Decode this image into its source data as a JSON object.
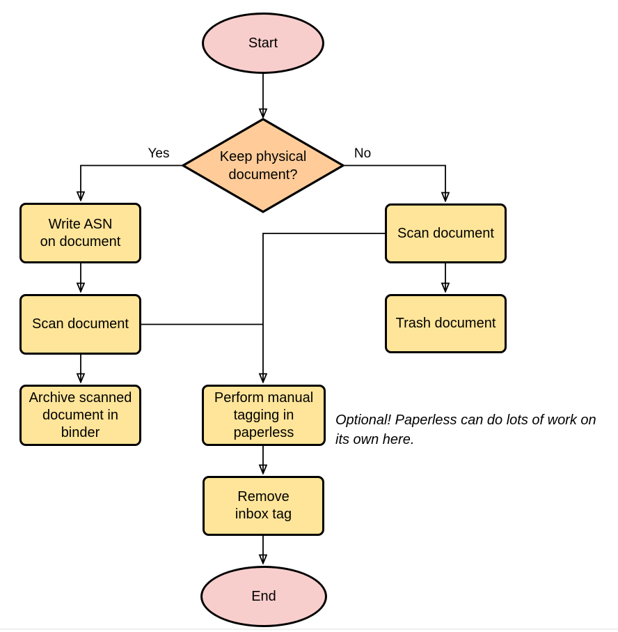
{
  "colors": {
    "terminal_fill": "#f8cecc",
    "decision_fill": "#ffcc99",
    "process_fill": "#ffe599",
    "stroke": "#000000"
  },
  "nodes": {
    "start": {
      "lines": [
        "Start"
      ]
    },
    "decision": {
      "lines": [
        "Keep physical",
        "document?"
      ]
    },
    "write_asn": {
      "lines": [
        "Write ASN",
        "on document"
      ]
    },
    "scan_left": {
      "lines": [
        "Scan document"
      ]
    },
    "archive": {
      "lines": [
        "Archive scanned",
        "document in",
        "binder"
      ]
    },
    "scan_right": {
      "lines": [
        "Scan document"
      ]
    },
    "trash": {
      "lines": [
        "Trash document"
      ]
    },
    "tagging": {
      "lines": [
        "Perform manual",
        "tagging in",
        "paperless"
      ]
    },
    "remove_inbox": {
      "lines": [
        "Remove",
        "inbox tag"
      ]
    },
    "end": {
      "lines": [
        "End"
      ]
    }
  },
  "edge_labels": {
    "yes": "Yes",
    "no": "No"
  },
  "note": {
    "lines": [
      "Optional! Paperless can do lots of work on",
      "its own here."
    ]
  }
}
